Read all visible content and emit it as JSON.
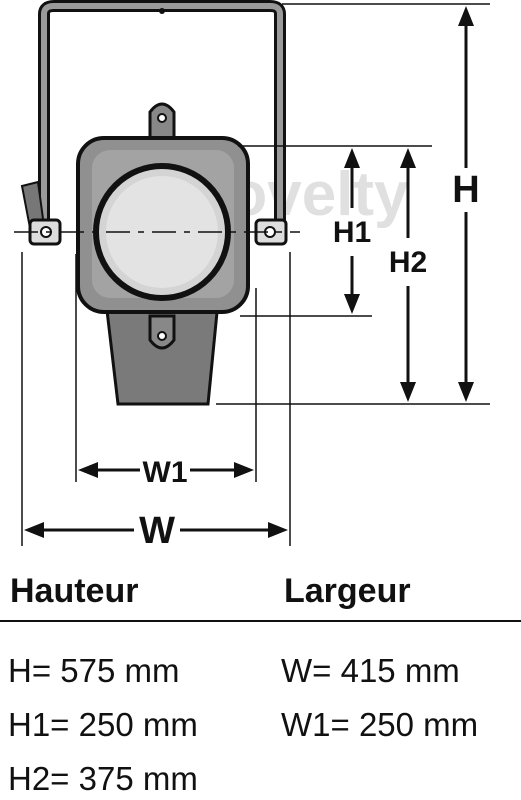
{
  "watermark": "novelty",
  "dimensions": {
    "H": "H",
    "H1": "H1",
    "H2": "H2",
    "W": "W",
    "W1": "W1"
  },
  "table": {
    "height_heading": "Hauteur",
    "width_heading": "Largeur",
    "height_values": [
      "H= 575 mm",
      "H1= 250 mm",
      "H2= 375 mm"
    ],
    "width_values": [
      "W= 415 mm",
      "W1= 250 mm"
    ]
  }
}
